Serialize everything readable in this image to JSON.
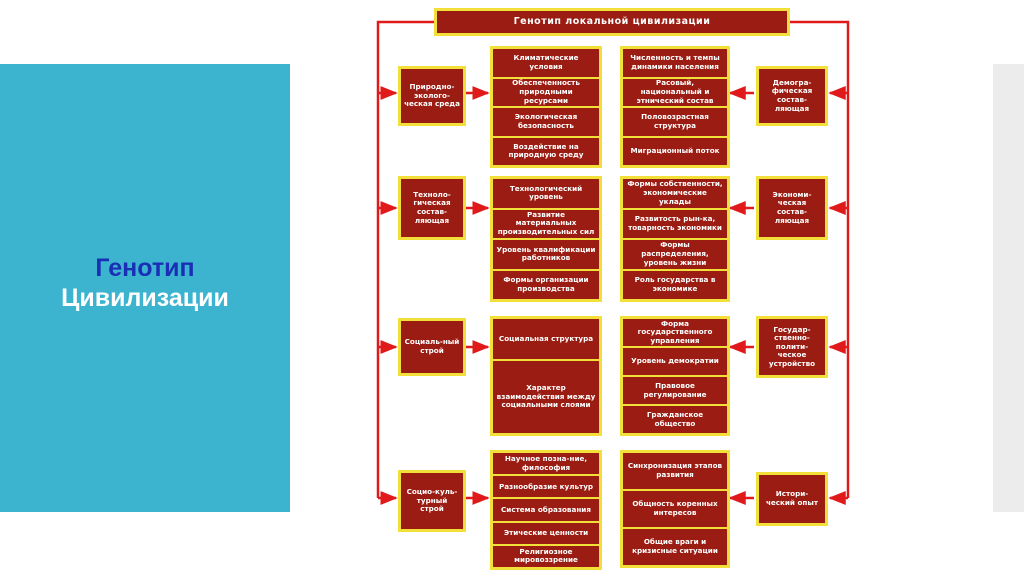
{
  "slide": {
    "title_line1": "Генотип",
    "title_line2": "Цивилизации"
  },
  "colors": {
    "panel": "#3cb4d0",
    "title_accent": "#1a2fb5",
    "box_fill": "#9a1c12",
    "box_border": "#f2df39",
    "arrow": "#e01a1a"
  },
  "diagram": {
    "header": "Генотип локальной цивилизации",
    "rows": [
      {
        "left_label": "Природно-эколого-ческая среда",
        "left_items": [
          "Климатические условия",
          "Обеспеченность природными ресурсами",
          "Экологическая безопасность",
          "Воздействие на природную среду"
        ],
        "right_items": [
          "Численность и темпы динамики населения",
          "Расовый, национальный и этнический состав",
          "Половозрастная структура",
          "Миграционный поток"
        ],
        "right_label": "Демогра-фическая состав-ляющая"
      },
      {
        "left_label": "Техноло-гическая состав-ляющая",
        "left_items": [
          "Технологический уровень",
          "Развитие материальных производительных сил",
          "Уровень квалификации работников",
          "Формы организации производства"
        ],
        "right_items": [
          "Формы собственности, экономические уклады",
          "Развитость рын-ка, товарность экономики",
          "Формы распределения, уровень жизни",
          "Роль государства в экономике"
        ],
        "right_label": "Экономи-ческая состав-ляющая"
      },
      {
        "left_label": "Социаль-ный строй",
        "left_items": [
          "Социальная структура",
          "Характер взаимодействия между социальными слоями"
        ],
        "right_items": [
          "Форма государственного управления",
          "Уровень демократии",
          "Правовое регулирование",
          "Гражданское общество"
        ],
        "right_label": "Государ-ственно-полити-ческое устройство"
      },
      {
        "left_label": "Социо-куль-турный строй",
        "left_items": [
          "Научное позна-ние, философия",
          "Разнообразие культур",
          "Система образования",
          "Этические ценности",
          "Религиозное мировоззрение"
        ],
        "right_items": [
          "Синхронизация этапов развития",
          "Общность коренных интересов",
          "Общие враги и кризисные ситуации"
        ],
        "right_label": "Истори-ческий опыт"
      }
    ]
  }
}
